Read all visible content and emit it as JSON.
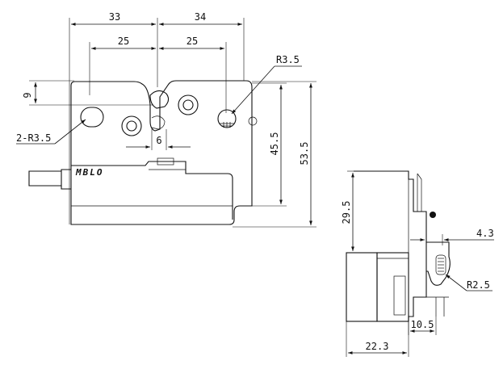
{
  "front_view": {
    "dims": {
      "top_left_width": "33",
      "top_right_width": "34",
      "hole_left_spacing": "25",
      "hole_right_spacing": "25",
      "top_offset": "9",
      "slot_width": "6",
      "height_inner": "45.5",
      "height_total": "53.5"
    },
    "callouts": {
      "hole_left": "2-R3.5",
      "hole_right": "R3.5"
    },
    "logo": "MBLO"
  },
  "side_view": {
    "dims": {
      "height": "29.5",
      "width_total": "22.3",
      "width_lower": "10.5",
      "offset": "4.3"
    },
    "callouts": {
      "radius": "R2.5"
    }
  }
}
